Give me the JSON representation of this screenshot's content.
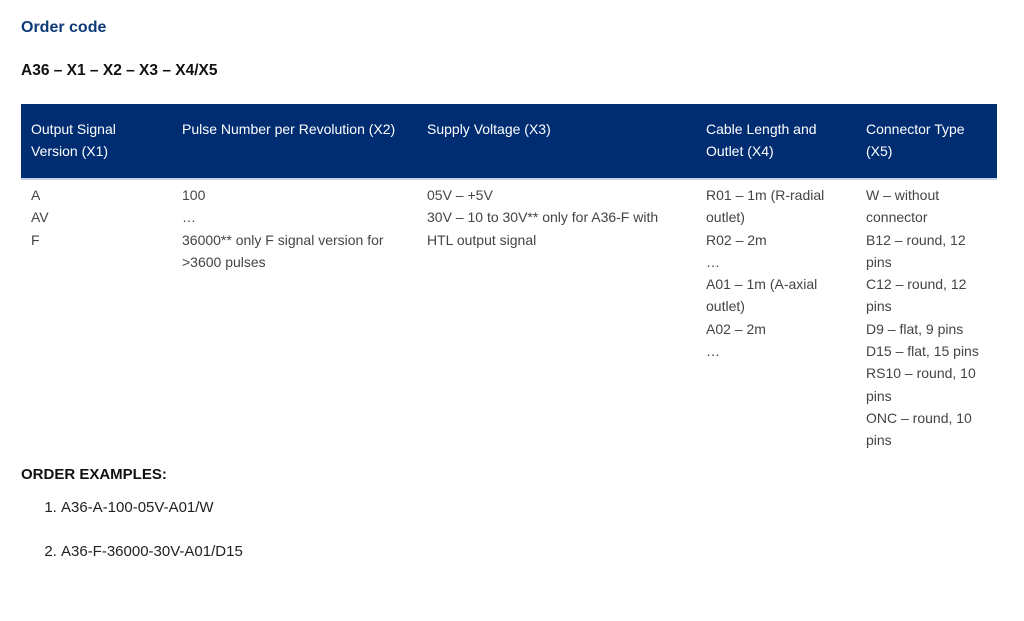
{
  "heading": "Order code",
  "code_pattern": "A36 – X1 – X2 – X3 – X4/X5",
  "table": {
    "headers": [
      "Output Signal Version (X1)",
      "Pulse Number per Revolution (X2)",
      "Supply Voltage (X3)",
      "Cable Length and Outlet (X4)",
      "Connector Type (X5)"
    ],
    "columns": [
      [
        "A",
        "AV",
        "F"
      ],
      [
        "100",
        "…",
        "36000** only F signal version for >3600 pulses"
      ],
      [
        "05V – +5V",
        "30V – 10 to 30V** only for A36-F with HTL output signal"
      ],
      [
        "R01 – 1m (R-radial outlet)",
        "R02 – 2m",
        "…",
        "A01 – 1m (A-axial outlet)",
        "A02 – 2m",
        "…"
      ],
      [
        "W – without connector",
        "B12 – round, 12 pins",
        "C12 – round, 12 pins",
        "D9 – flat, 9 pins",
        "D15 – flat, 15 pins",
        "RS10 – round, 10 pins",
        "ONC – round, 10 pins"
      ]
    ]
  },
  "examples": {
    "title": "ORDER EXAMPLES:",
    "items": [
      "A36-A-100-05V-A01/W",
      "A36-F-36000-30V-A01/D15"
    ]
  }
}
